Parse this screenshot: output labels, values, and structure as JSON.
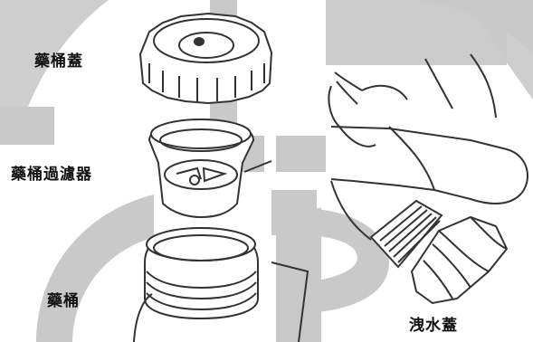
{
  "labels": {
    "tank_cap": "藥桶蓋",
    "tank_filter": "藥桶過濾器",
    "tank": "藥桶",
    "drain_cap": "洩水蓋"
  },
  "icons": [
    "tank-cap-icon",
    "tank-filter-icon",
    "tank-neck-icon",
    "hand-icon",
    "drain-cap-icon"
  ],
  "colors": {
    "watermark": "#c9c9c9",
    "line": "#333333",
    "background": "#ffffff"
  }
}
